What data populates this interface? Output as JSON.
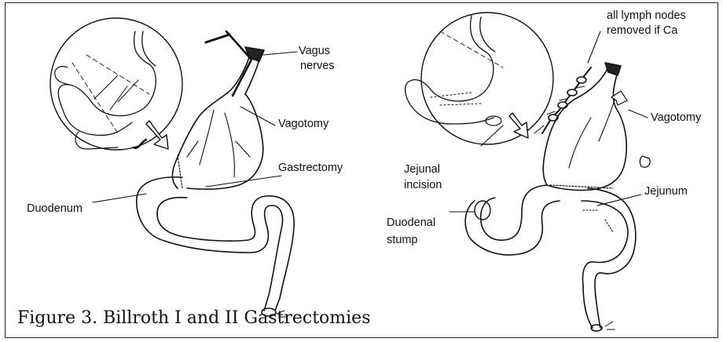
{
  "caption": "Figure 3. Billroth I and II Gastrectomies",
  "billroth1": {
    "labels": {
      "vagus_nerves_1": "Vagus",
      "vagus_nerves_2": "nerves",
      "vagotomy": "Vagotomy",
      "gastrectomy": "Gastrectomy",
      "duodenum": "Duodenum"
    }
  },
  "billroth2": {
    "labels": {
      "lymph_1": "all lymph nodes",
      "lymph_2": "removed if Ca",
      "vagotomy": "Vagotomy",
      "jejunal_1": "Jejunal",
      "jejunal_2": "incision",
      "jejunum": "Jejunum",
      "duodenal_1": "Duodenal",
      "duodenal_2": "stump"
    }
  }
}
